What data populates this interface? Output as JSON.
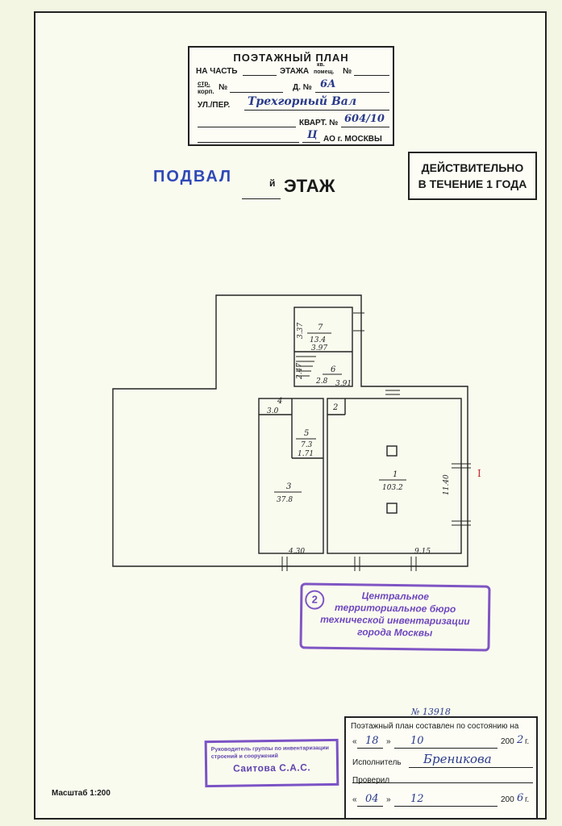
{
  "header": {
    "title": "ПОЭТАЖНЫЙ ПЛАН",
    "part_label": "НА ЧАСТЬ",
    "floor_label": "ЭТАЖА",
    "kv_label": "кв.",
    "pomesh_label": "помещ.",
    "no_label": "№",
    "str_label": "стр.",
    "korp_label": "корп.",
    "d_label": "Д. №",
    "d_value": "6А",
    "street_label": "УЛ./ПЕР.",
    "street_value": "Трехгорный Вал",
    "kvart_label": "КВАРТ. №",
    "kvart_value": "604/10",
    "ao_value": "Ц",
    "ao_label": "АО г. МОСКВЫ"
  },
  "validity": {
    "line1": "ДЕЙСТВИТЕЛЬНО",
    "line2": "В ТЕЧЕНИЕ 1 ГОДА"
  },
  "floor": {
    "stamp_text": "ПОДВАЛ",
    "suffix": "й",
    "label": "ЭТАЖ"
  },
  "plan": {
    "rooms": [
      {
        "number": "1",
        "area": "103.2",
        "dim_width": "9.15",
        "dim_height": "11.40"
      },
      {
        "number": "2",
        "area": ""
      },
      {
        "number": "3",
        "area": "37.8",
        "dim_width": "4.30"
      },
      {
        "number": "4",
        "area": "3.0"
      },
      {
        "number": "5",
        "area": "7.3",
        "dim": "1.71"
      },
      {
        "number": "6",
        "area": "2.8",
        "dim": "2.47"
      },
      {
        "number": "7",
        "area": "13.4",
        "dim_width": "3.97",
        "dim_height": "3.37"
      }
    ],
    "dim_extra": "3.91",
    "marker": "I"
  },
  "stamp_bti": {
    "number": "2",
    "line1": "Центральное",
    "line2": "территориальное бюро",
    "line3": "технической инвентаризации",
    "line4": "города Москвы"
  },
  "stamp_head": {
    "line1": "Руководитель группы по инвентаризации",
    "line2": "строений и сооружений",
    "name": "Саитова С.А.С."
  },
  "state_block": {
    "title": "Поэтажный план составлен по состоянию на",
    "day1": "18",
    "month1": "10",
    "year_prefix1": "200",
    "year_digit1": "2",
    "year_suffix": "г.",
    "executor_label": "Исполнитель",
    "executor_sign": "Бреникова",
    "checked_label": "Проверил",
    "day2": "04",
    "month2": "12",
    "year_prefix2": "200",
    "year_digit2": "6"
  },
  "scale": "Масштаб 1:200",
  "doc_number": "№ 13918"
}
